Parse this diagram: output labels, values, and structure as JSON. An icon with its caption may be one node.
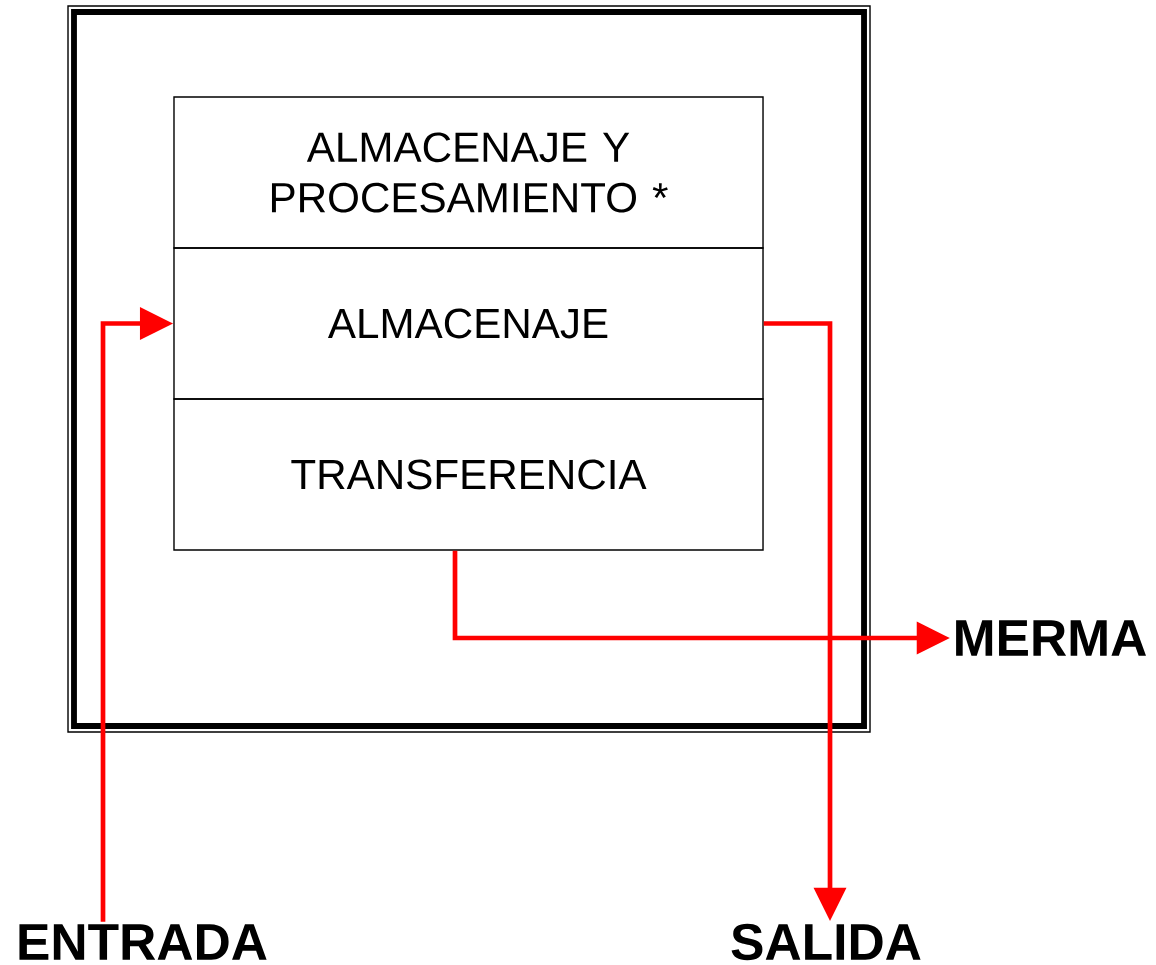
{
  "diagram": {
    "nodes": [
      {
        "text": [],
        "shape": "box"
      },
      {
        "text": [
          "ALMACENAJE Y PROCESAMIENTO *"
        ],
        "in": 0
      },
      {
        "text": [
          "ALMACENAJE"
        ],
        "in": 0
      },
      {
        "text": [
          "TRANSFERENCIA"
        ],
        "in": 0
      },
      {
        "text": [
          "ENTRADA"
        ]
      },
      {
        "text": [
          "SALIDA"
        ]
      },
      {
        "text": [
          "MERMA"
        ]
      }
    ],
    "edges": [
      {
        "from": 4,
        "to": 2,
        "arrow": "to"
      },
      {
        "from": 2,
        "to": 5,
        "arrow": "to"
      },
      {
        "from": 3,
        "to": 6,
        "arrow": "to"
      }
    ]
  }
}
